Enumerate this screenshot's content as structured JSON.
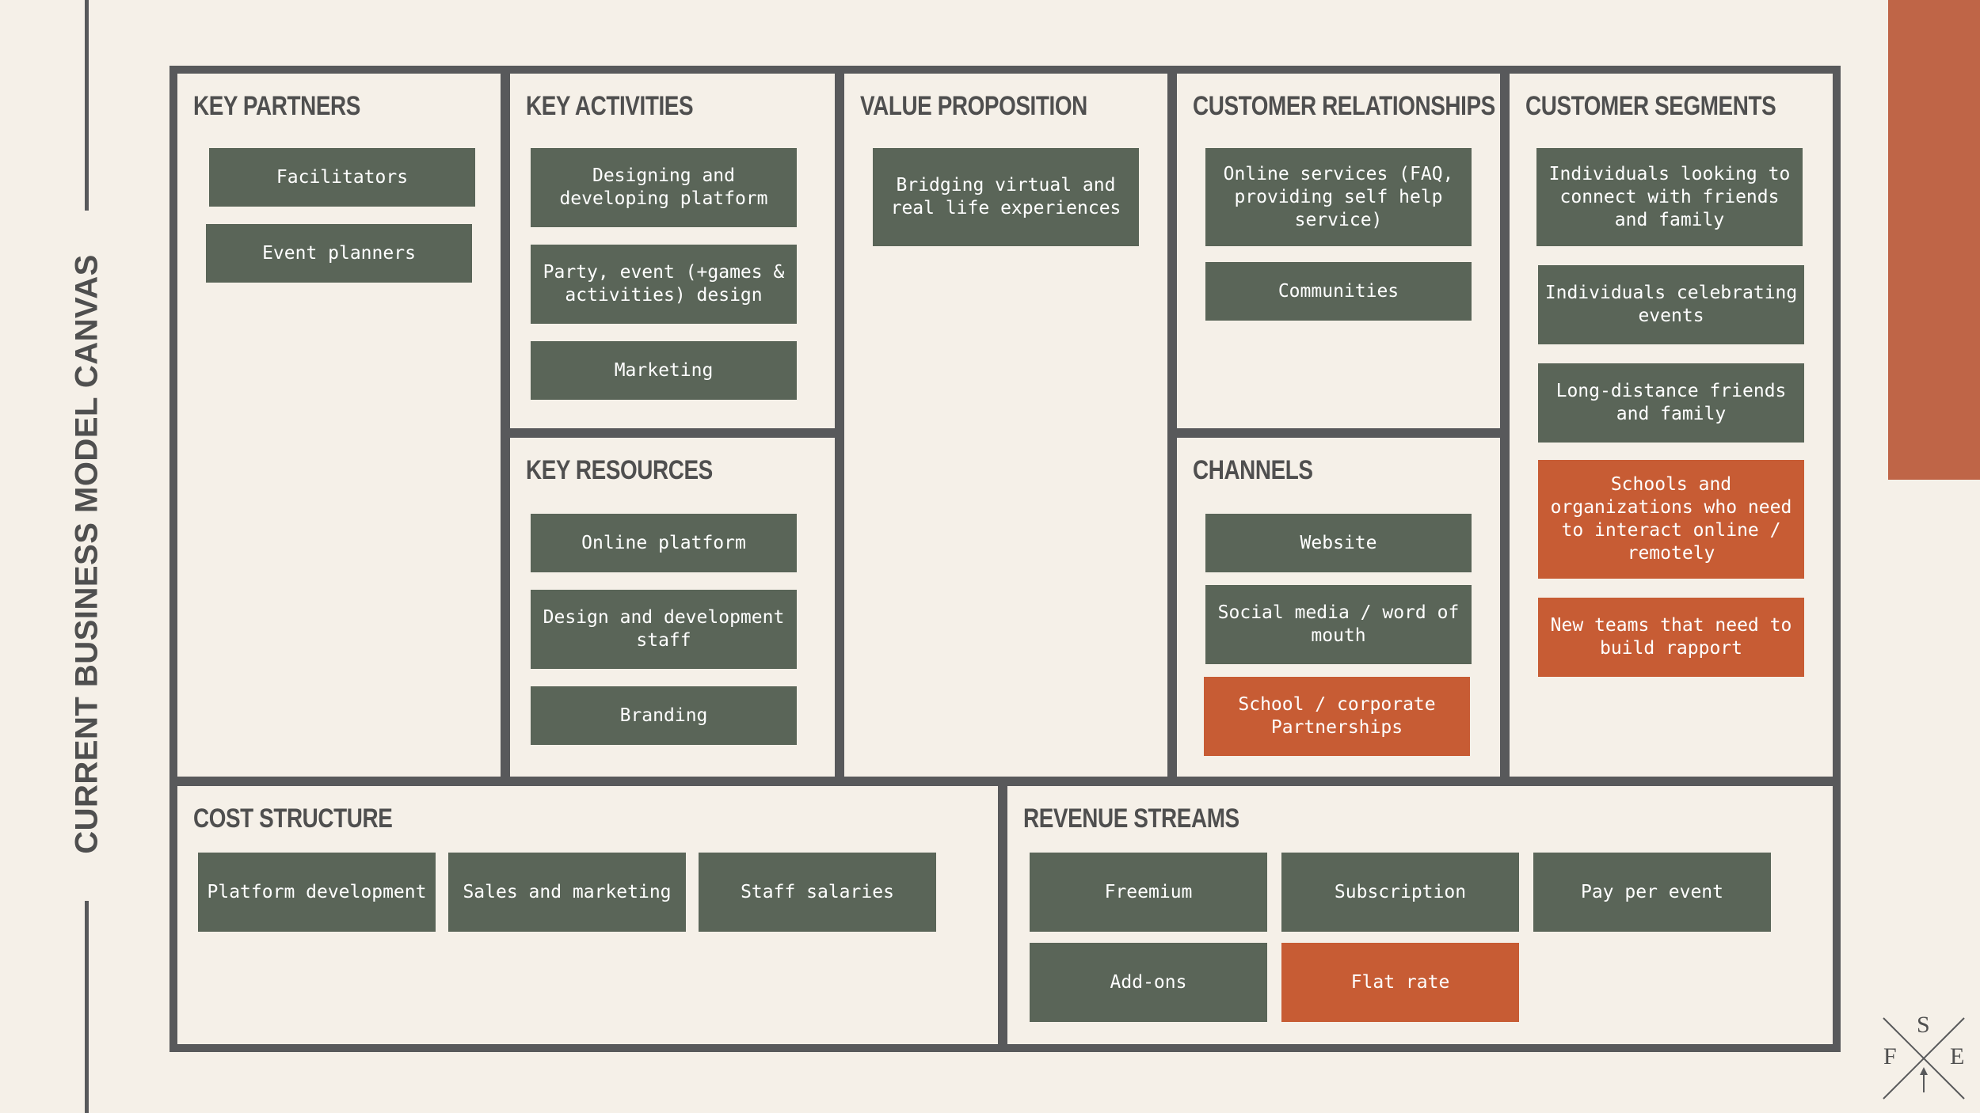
{
  "page_title": "CURRENT BUSINESS MODEL CANVAS",
  "colors": {
    "background": "#f5f0e8",
    "frame": "#58595b",
    "green_box": "#5a6558",
    "orange_box": "#c75c34",
    "accent": "#bf6547"
  },
  "sections": {
    "key_partners": {
      "title": "KEY PARTNERS",
      "items": [
        "Facilitators",
        "Event planners"
      ]
    },
    "key_activities": {
      "title": "KEY ACTIVITIES",
      "items": [
        "Designing and developing platform",
        "Party, event (+games & activities) design",
        "Marketing"
      ]
    },
    "key_resources": {
      "title": "KEY RESOURCES",
      "items": [
        "Online platform",
        "Design and development staff",
        "Branding"
      ]
    },
    "value_proposition": {
      "title": "VALUE PROPOSITION",
      "items": [
        "Bridging virtual and real life experiences"
      ]
    },
    "customer_relationships": {
      "title": "CUSTOMER RELATIONSHIPS",
      "items": [
        "Online services (FAQ, providing self help service)",
        "Communities"
      ]
    },
    "channels": {
      "title": "CHANNELS",
      "items": [
        "Website",
        "Social media / word of mouth",
        "School / corporate Partnerships"
      ]
    },
    "customer_segments": {
      "title": "CUSTOMER SEGMENTS",
      "items": [
        "Individuals looking to connect with friends and family",
        "Individuals celebrating events",
        "Long-distance friends and family",
        "Schools and organizations who need to interact online / remotely",
        "New teams that need to build rapport"
      ]
    },
    "cost_structure": {
      "title": "COST STRUCTURE",
      "items": [
        "Platform development",
        "Sales and marketing",
        "Staff salaries"
      ]
    },
    "revenue_streams": {
      "title": "REVENUE STREAMS",
      "items": [
        "Freemium",
        "Subscription",
        "Pay per event",
        "Add-ons",
        "Flat rate"
      ]
    }
  },
  "logo": {
    "letters": [
      "S",
      "F",
      "E"
    ],
    "icon": "compass-cross-icon"
  }
}
